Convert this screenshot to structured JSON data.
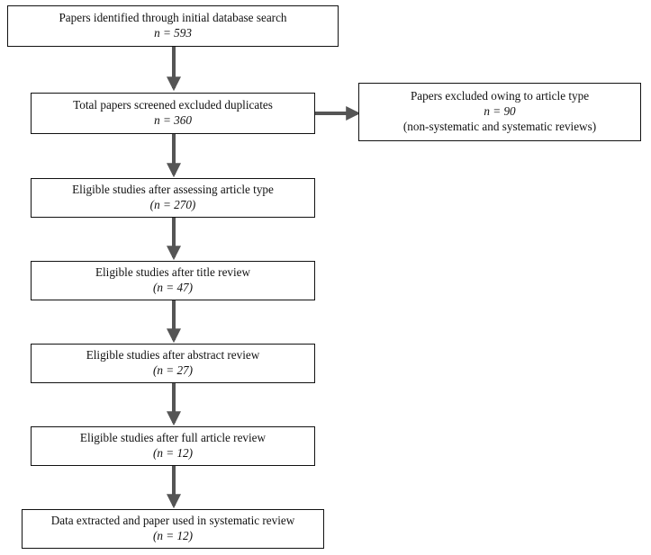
{
  "flowchart": {
    "steps": [
      {
        "title": "Papers identified through initial database search",
        "count": "n = 593"
      },
      {
        "title": "Total papers screened excluded duplicates",
        "count": "n = 360"
      },
      {
        "title": "Eligible studies after assessing article type",
        "count": "(n = 270)"
      },
      {
        "title": "Eligible studies after title review",
        "count": "(n = 47)"
      },
      {
        "title": "Eligible studies after abstract review",
        "count": "(n = 27)"
      },
      {
        "title": "Eligible studies after full article review",
        "count": "(n = 12)"
      },
      {
        "title": "Data extracted and paper used in systematic review",
        "count": "(n = 12)"
      }
    ],
    "exclusion": {
      "title": "Papers excluded owing to article type",
      "count": "n = 90",
      "note": "(non-systematic and systematic reviews)"
    },
    "arrow_color": "#555555"
  }
}
